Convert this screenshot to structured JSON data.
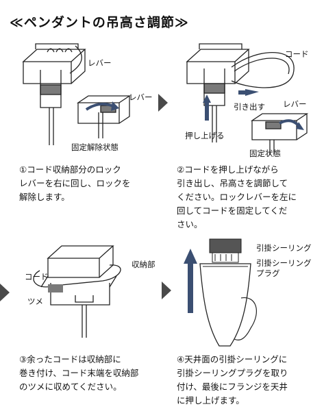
{
  "title": "≪ペンダントの吊高さ調節≫",
  "panel1": {
    "label_lever_top": "レバー",
    "label_lever_bottom": "レバー",
    "label_state": "固定解除状態",
    "text": [
      "①コード収納部分のロック",
      "レバーを右に回し、ロックを",
      "解除します。"
    ]
  },
  "panel2": {
    "label_cord": "コード",
    "label_pull": "引き出す",
    "label_lever": "レバー",
    "label_push": "押し上げる",
    "label_state": "固定状態",
    "text": [
      "②コードを押し上げながら",
      "引き出し、吊高さを調節して",
      "ください。ロックレバーを左に",
      "回してコードを固定してくだ",
      "さい。"
    ]
  },
  "panel3": {
    "label_cord": "コード",
    "label_storage": "収納部",
    "label_tab": "ツメ",
    "text": [
      "③余ったコードは収納部に",
      "巻き付け、コード末端を収納部",
      "のツメに収めてください。"
    ]
  },
  "panel4": {
    "label_ring": "引掛シーリング",
    "label_plug_1": "引掛シーリング",
    "label_plug_2": "プラグ",
    "text": [
      "④天井面の引掛シーリングに",
      "引掛シーリングプラグを取り",
      "付け、最後にフランジを天井",
      "に押し上げます。"
    ]
  },
  "colors": {
    "arrow": "#4a4a4a",
    "blue_arrow": "#3b4f72",
    "part_dark": "#7a7a7a"
  }
}
